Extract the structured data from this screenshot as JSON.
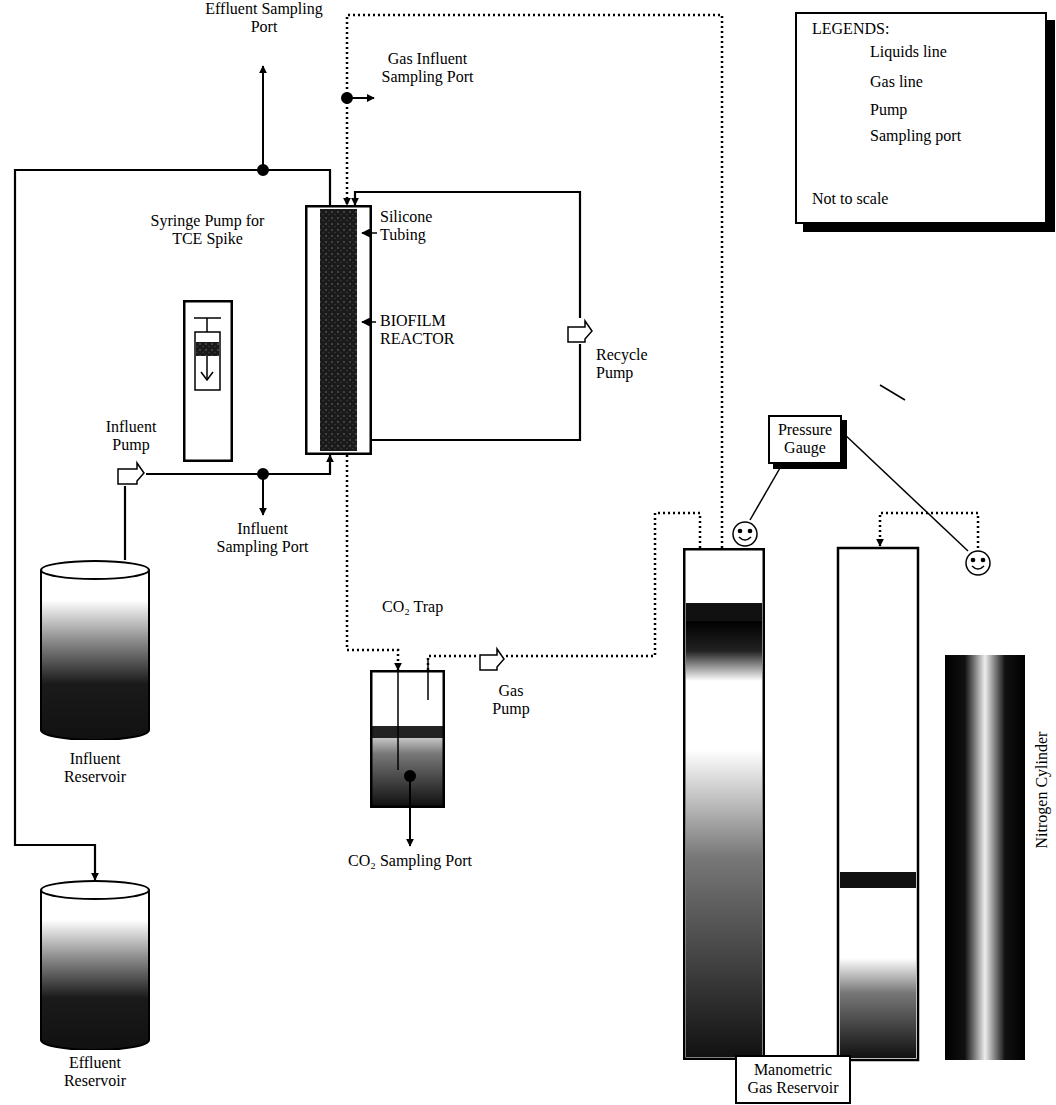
{
  "diagram": {
    "nodes": [
      {
        "text": [
          "Influent Reservoir"
        ]
      },
      {
        "text": [
          "Effluent Reservoir"
        ]
      },
      {
        "text": [
          "Influent Pump"
        ]
      },
      {
        "text": [
          "Silicone Tubing",
          "BIOFILM REACTOR"
        ]
      },
      {
        "text": [
          "Recycle Pump"
        ]
      },
      {
        "text": [
          "Syringe Pump for TCE Spike"
        ]
      },
      {
        "text": [
          "CO₂ Trap"
        ]
      },
      {
        "text": [
          "Gas Pump"
        ]
      },
      {
        "text": [
          "Manometric Gas Reservoir"
        ]
      },
      {
        "text": [
          "Nitrogen Cylinder"
        ]
      }
    ],
    "edges": [
      {
        "from": 0,
        "to": 2,
        "arrow": "none"
      },
      {
        "from": 2,
        "to": 3,
        "arrow": "to"
      },
      {
        "from": 3,
        "to": 1,
        "arrow": "to"
      },
      {
        "from": 3,
        "to": 4,
        "arrow": "none"
      },
      {
        "from": 4,
        "to": 3,
        "arrow": "to"
      },
      {
        "from": 8,
        "to": 3,
        "arrow": "to"
      },
      {
        "from": 3,
        "to": 6,
        "arrow": "to"
      },
      {
        "from": 6,
        "to": 7,
        "arrow": "none"
      },
      {
        "from": 7,
        "to": 8,
        "arrow": "none"
      }
    ],
    "labels": [
      "Effluent Sampling Port",
      "Gas Influent Sampling Port",
      "Influent Sampling Port",
      "CO₂ Sampling Port",
      "Pressure Gauge",
      "LEGENDS:",
      "Not to scale"
    ],
    "legend": [
      {
        "text": "Liquids line"
      },
      {
        "text": "Gas line"
      },
      {
        "text": "Pump"
      },
      {
        "text": "Sampling port"
      }
    ]
  }
}
